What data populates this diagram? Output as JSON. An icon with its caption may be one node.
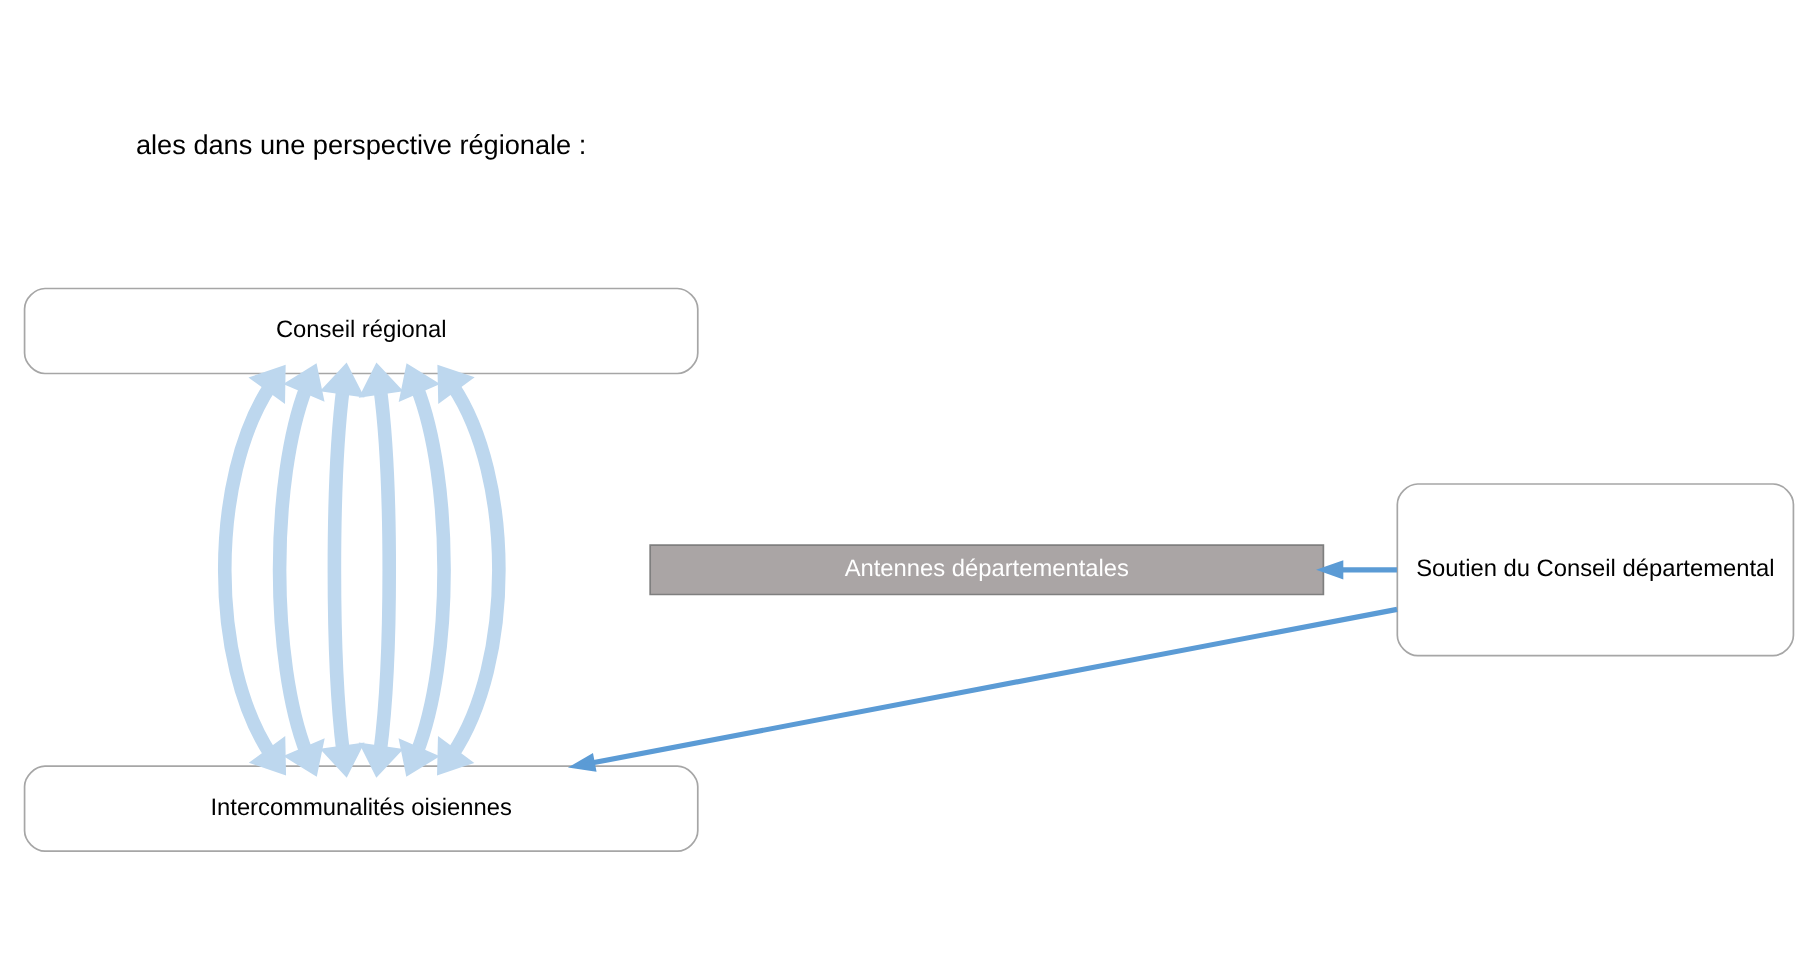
{
  "diagram": {
    "nodes": [
      {
        "text": [
          "Conseil régional"
        ]
      },
      {
        "text": [
          "Antennes départementales"
        ]
      },
      {
        "text": [
          "Soutien du Conseil départemental"
        ]
      },
      {
        "text": [
          "Intercommunalités oisiennes"
        ]
      }
    ],
    "edges": [
      {
        "from": 0,
        "to": 3,
        "arrow": "both"
      },
      {
        "from": 0,
        "to": 3,
        "arrow": "both"
      },
      {
        "from": 0,
        "to": 3,
        "arrow": "both"
      },
      {
        "from": 0,
        "to": 3,
        "arrow": "both"
      },
      {
        "from": 0,
        "to": 3,
        "arrow": "both"
      },
      {
        "from": 0,
        "to": 3,
        "arrow": "both"
      },
      {
        "from": 2,
        "to": 1,
        "arrow": "to",
        "color": "#5b9bd5"
      },
      {
        "from": 2,
        "to": 3,
        "arrow": "to",
        "color": "#5b9bd5"
      }
    ],
    "labels": [
      "ales dans une perspective régionale :"
    ]
  }
}
